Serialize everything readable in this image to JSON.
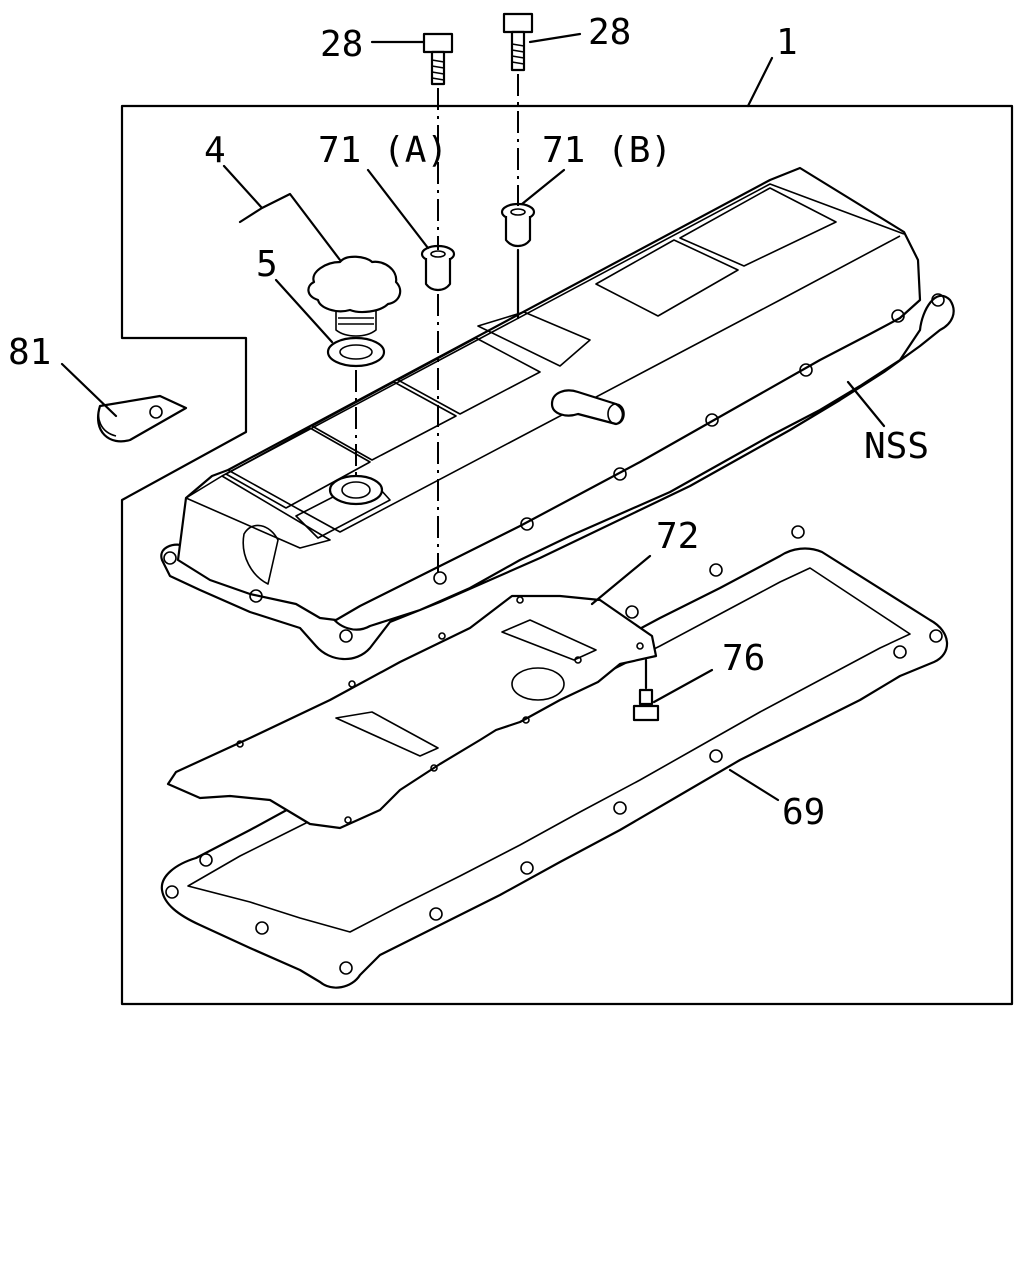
{
  "callouts": {
    "c1": "1",
    "c28a": "28",
    "c28b": "28",
    "c4": "4",
    "c5": "5",
    "c71a": "71 (A)",
    "c71b": "71 (B)",
    "c81": "81",
    "cNSS": "NSS",
    "c72": "72",
    "c76": "76",
    "c69": "69"
  }
}
